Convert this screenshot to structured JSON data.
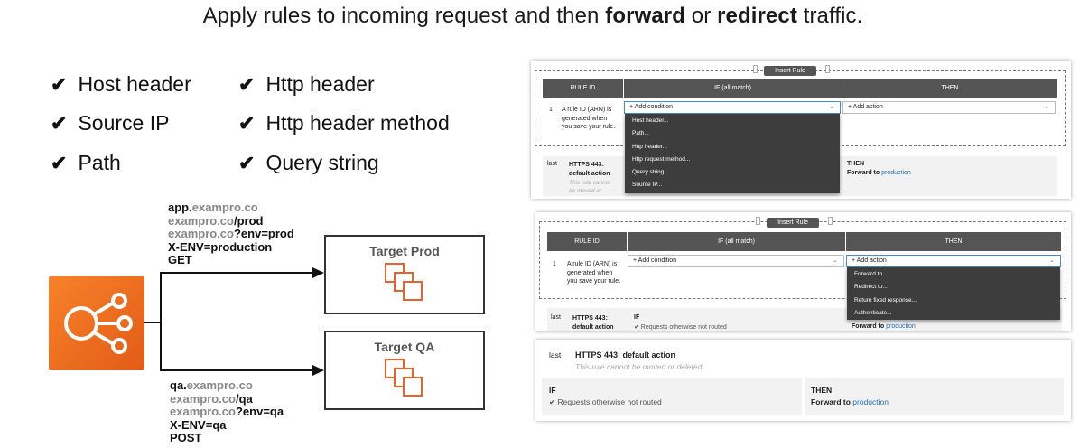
{
  "title": {
    "prefix": "Apply rules to incoming request and then ",
    "forward": "forward",
    "or": " or ",
    "redirect": "redirect",
    "suffix": " traffic."
  },
  "conditions": [
    {
      "tick": "✔",
      "label": "Host header"
    },
    {
      "tick": "✔",
      "label": "Http header"
    },
    {
      "tick": "✔",
      "label": "Source IP"
    },
    {
      "tick": "✔",
      "label": "Http header method"
    },
    {
      "tick": "✔",
      "label": "Path"
    },
    {
      "tick": "✔",
      "label": "Query string"
    }
  ],
  "diagram": {
    "prod_rules": {
      "l1": {
        "a": "app.",
        "b": "exampro.co"
      },
      "l2": {
        "a": "exampro.co",
        "b": "/prod"
      },
      "l3": {
        "a": "exampro.co",
        "b": "?env=prod"
      },
      "l4": "X-ENV=production",
      "l5": "GET"
    },
    "qa_rules": {
      "l1": {
        "a": "qa.",
        "b": "exampro.co"
      },
      "l2": {
        "a": "exampro.co",
        "b": "/qa"
      },
      "l3": {
        "a": "exampro.co",
        "b": "?env=qa"
      },
      "l4": "X-ENV=qa",
      "l5": "POST"
    },
    "target_prod": "Target Prod",
    "target_qa": "Target QA",
    "colors": {
      "elb_orange": "#f07024",
      "target_icon": "#e8622a"
    }
  },
  "panel1": {
    "insert_rule": "Insert Rule",
    "headers": {
      "rule_id": "RULE ID",
      "if": "IF (all match)",
      "then": "THEN"
    },
    "row_number": "1",
    "rule_id_text": [
      "A rule ID (ARN) is",
      "generated when",
      "you save your rule."
    ],
    "add_condition": "+ Add condition",
    "add_action": "+ Add action",
    "menu": [
      "Host header...",
      "Path...",
      "Http header...",
      "Http request method...",
      "Query string...",
      "Source IP..."
    ],
    "last_label": "last",
    "default_title": [
      "HTTPS 443:",
      "default action"
    ],
    "default_note": [
      "This rule cannot",
      "be moved or"
    ],
    "then_label": "THEN",
    "forward_to": "Forward to",
    "production": "production"
  },
  "panel2": {
    "insert_rule": "Insert Rule",
    "headers": {
      "rule_id": "RULE ID",
      "if": "IF (all match)",
      "then": "THEN"
    },
    "row_number": "1",
    "rule_id_text": [
      "A rule ID (ARN) is",
      "generated when",
      "you save your rule."
    ],
    "add_condition": "+ Add condition",
    "add_action": "+ Add action",
    "menu": [
      "Forward to...",
      "Redirect to...",
      "Return fixed response...",
      "Authenticate..."
    ],
    "last_label": "last",
    "default_title": [
      "HTTPS 443:",
      "default action"
    ],
    "if_label": "IF",
    "requests_text": "✔ Requests otherwise not routed",
    "forward_to": "Forward to",
    "production": "production"
  },
  "panel3": {
    "last_label": "last",
    "default_title": "HTTPS 443: default action",
    "note": "This rule cannot be moved or deleted",
    "if_label": "IF",
    "requests_text": "✔ Requests otherwise not routed",
    "then_label": "THEN",
    "forward_to": "Forward to",
    "production": "production"
  }
}
